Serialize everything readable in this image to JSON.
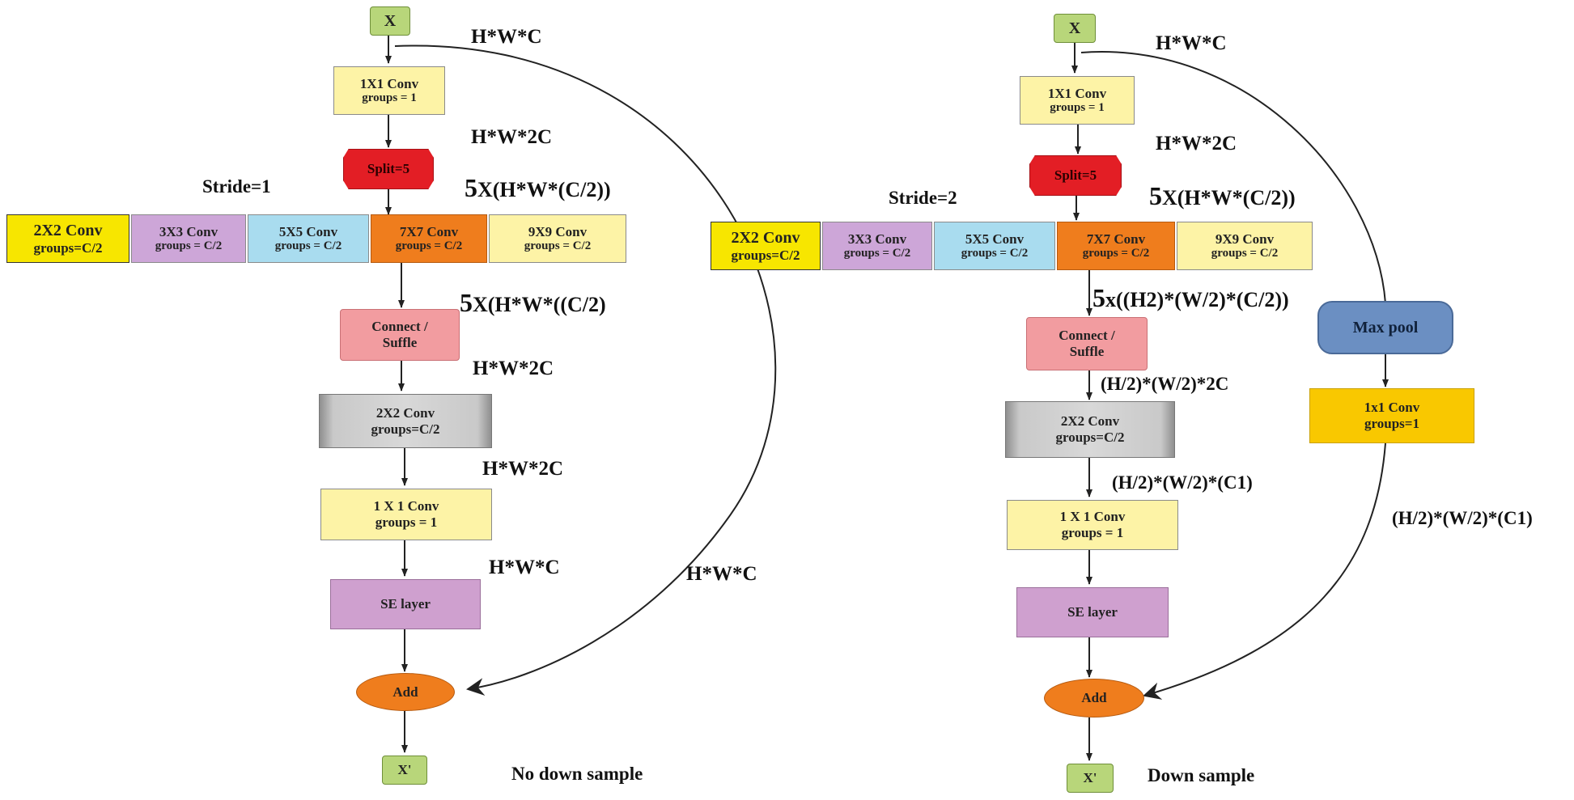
{
  "left": {
    "input": "X",
    "conv1": {
      "line1": "1X1 Conv",
      "line2": "groups = 1"
    },
    "split": "Split=5",
    "stride": "Stride=1",
    "branches": [
      {
        "line1": "2X2 Conv",
        "line2": "groups=C/2"
      },
      {
        "line1": "3X3 Conv",
        "line2": "groups = C/2"
      },
      {
        "line1": "5X5 Conv",
        "line2": "groups = C/2"
      },
      {
        "line1": "7X7 Conv",
        "line2": "groups = C/2"
      },
      {
        "line1": "9X9 Conv",
        "line2": "groups = C/2"
      }
    ],
    "connect": {
      "line1": "Connect /",
      "line2": "Suffle"
    },
    "conv2x2": {
      "line1": "2X2 Conv",
      "line2": "groups=C/2"
    },
    "conv1x1": {
      "line1": "1 X 1 Conv",
      "line2": "groups = 1"
    },
    "se": "SE layer",
    "add": "Add",
    "output": "X'",
    "caption": "No down sample",
    "dims": {
      "d1": "H*W*C",
      "d2": "H*W*2C",
      "d3_num": "5",
      "d3_rest": "X(H*W*(C/2))",
      "d4_num": "5",
      "d4_rest": "X(H*W*((C/2)",
      "d5": "H*W*2C",
      "d6": "H*W*2C",
      "d7": "H*W*C",
      "skip": "H*W*C"
    }
  },
  "right": {
    "input": "X",
    "conv1": {
      "line1": "1X1 Conv",
      "line2": "groups = 1"
    },
    "split": "Split=5",
    "stride": "Stride=2",
    "branches": [
      {
        "line1": "2X2 Conv",
        "line2": "groups=C/2"
      },
      {
        "line1": "3X3 Conv",
        "line2": "groups = C/2"
      },
      {
        "line1": "5X5 Conv",
        "line2": "groups = C/2"
      },
      {
        "line1": "7X7 Conv",
        "line2": "groups = C/2"
      },
      {
        "line1": "9X9 Conv",
        "line2": "groups = C/2"
      }
    ],
    "connect": {
      "line1": "Connect /",
      "line2": "Suffle"
    },
    "conv2x2": {
      "line1": "2X2 Conv",
      "line2": "groups=C/2"
    },
    "conv1x1": {
      "line1": "1 X 1 Conv",
      "line2": "groups = 1"
    },
    "se": "SE layer",
    "add": "Add",
    "output": "X'",
    "maxpool": "Max pool",
    "skipconv": {
      "line1": "1x1 Conv",
      "line2": "groups=1"
    },
    "caption": "Down sample",
    "dims": {
      "d1": "H*W*C",
      "d2": "H*W*2C",
      "d3_num": "5",
      "d3_rest": "X(H*W*(C/2))",
      "d4_num": "5",
      "d4_rest": "x((H2)*(W/2)*(C/2))",
      "d5": "(H/2)*(W/2)*2C",
      "d6": "(H/2)*(W/2)*(C1)",
      "skip": "(H/2)*(W/2)*(C1)"
    }
  }
}
